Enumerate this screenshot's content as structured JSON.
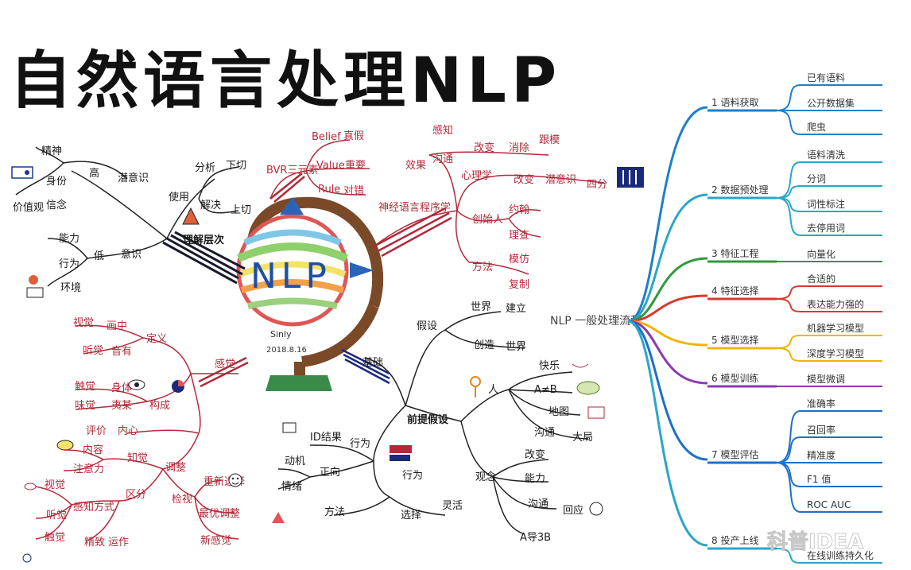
{
  "title": "自然语言处理NLP",
  "center": {
    "globe_label": "NLP",
    "signature": "Sinly",
    "date": "2018.8.16"
  },
  "flow": {
    "root": "NLP 一般处理流程",
    "steps": [
      {
        "label": "1  语料获取",
        "color": "#1f7fc8",
        "leaves": [
          "已有语料",
          "公开数据集",
          "爬虫"
        ]
      },
      {
        "label": "2  数据预处理",
        "color": "#2aa6c8",
        "leaves": [
          "语料清洗",
          "分词",
          "词性标注",
          "去停用词"
        ]
      },
      {
        "label": "3  特征工程",
        "color": "#2e9a3c",
        "leaves": [
          "向量化"
        ]
      },
      {
        "label": "4  特征选择",
        "color": "#d83a2c",
        "leaves": [
          "合适的",
          "表达能力强的"
        ]
      },
      {
        "label": "5  模型选择",
        "color": "#f0b400",
        "leaves": [
          "机器学习模型",
          "深度学习模型"
        ]
      },
      {
        "label": "6  模型训练",
        "color": "#8a3ab0",
        "leaves": [
          "模型微调"
        ]
      },
      {
        "label": "7  模型评估",
        "color": "#1f6fc8",
        "leaves": [
          "准确率",
          "召回率",
          "精准度",
          "F1 值",
          "ROC  AUC"
        ]
      },
      {
        "label": "8  投产上线",
        "color": "#2aa6c8",
        "leaves": [
          "在线训练持久化"
        ]
      }
    ]
  },
  "mindmap": {
    "burs": {
      "root": "BVR三元素",
      "items": [
        "Belief",
        "真假",
        "Value",
        "重要",
        "Rule",
        "对错"
      ]
    },
    "tl": {
      "root": "理解层次",
      "words": [
        "精神",
        "身份",
        "价值观",
        "信念",
        "高",
        "潜意识",
        "使用",
        "分析",
        "下切",
        "解决",
        "上切",
        "能力",
        "行为",
        "环境",
        "低",
        "意识"
      ]
    },
    "tr": {
      "root": "神经语言程序学",
      "words": [
        "感知",
        "效果",
        "沟通",
        "改变",
        "消除",
        "跟模",
        "心理学",
        "改变",
        "潜意识",
        "四分",
        "创始人",
        "约翰",
        "理查",
        "方法",
        "模仿",
        "复制"
      ]
    },
    "ml": {
      "root": "感觉",
      "words": [
        "视觉",
        "画中",
        "听觉",
        "音有",
        "定义",
        "触觉",
        "身体",
        "味觉",
        "夷某",
        "构成",
        "评价",
        "内心"
      ]
    },
    "bl": {
      "root": "调整",
      "words": [
        "内容",
        "注意力",
        "知觉",
        "区分",
        "视觉",
        "听觉",
        "触觉",
        "感知方式",
        "调整",
        "检视",
        "重新选择",
        "最优调整",
        "精致",
        "新感觉",
        "运作"
      ]
    },
    "bc": {
      "root": "前提假设",
      "words": [
        "基础",
        "假设",
        "世界",
        "建立",
        "创造",
        "世界",
        "人",
        "快乐",
        "A≠B",
        "地图",
        "沟通",
        "大局",
        "ID结果",
        "行为",
        "动机",
        "正向",
        "情绪",
        "行为",
        "方法",
        "选择",
        "灵活",
        "观念",
        "改变",
        "能力",
        "沟通",
        "回应",
        "A导3B"
      ]
    }
  }
}
